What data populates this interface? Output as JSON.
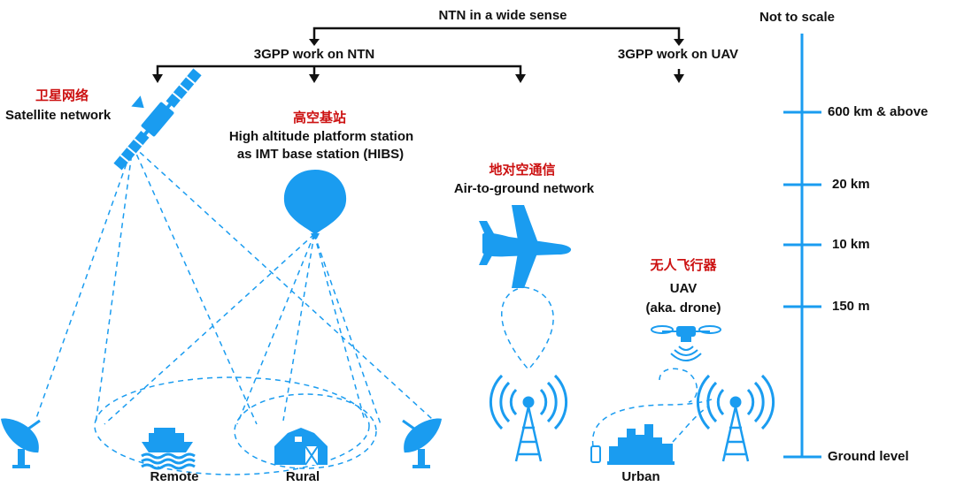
{
  "headers": {
    "wide": "NTN in a wide sense",
    "gpp_ntn": "3GPP work on NTN",
    "gpp_uav": "3GPP work on UAV",
    "not_to_scale": "Not to scale"
  },
  "satellite": {
    "cn": "卫星网络",
    "en": "Satellite network"
  },
  "hibs": {
    "cn": "高空基站",
    "en1": "High altitude platform station",
    "en2": "as IMT base station (HIBS)"
  },
  "a2g": {
    "cn": "地对空通信",
    "en": "Air-to-ground network"
  },
  "uav": {
    "cn": "无人飞行器",
    "en1": "UAV",
    "en2": "(aka. drone)"
  },
  "ground_labels": {
    "remote": "Remote",
    "rural": "Rural",
    "urban": "Urban"
  },
  "scale_labels": [
    "600 km & above",
    "20 km",
    "10 km",
    "150 m",
    "Ground level"
  ],
  "colors": {
    "accent": "#1a9cf0",
    "chinese_label": "#cc1111",
    "text": "#111111",
    "arrow": "#111111"
  },
  "icons": [
    "satellite-icon",
    "balloon-icon",
    "airplane-icon",
    "drone-icon",
    "dish-antenna-icon",
    "cell-tower-icon",
    "ship-icon",
    "barn-icon",
    "city-skyline-icon",
    "phone-icon"
  ]
}
